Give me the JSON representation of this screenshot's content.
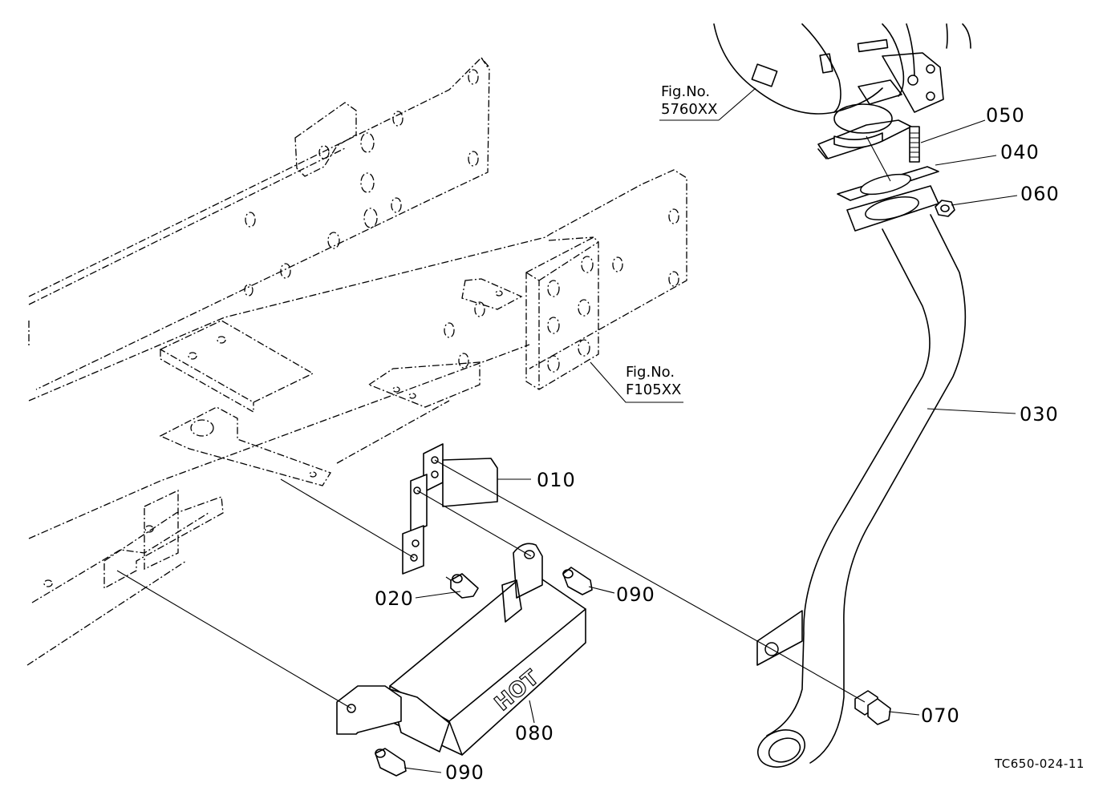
{
  "diagram": {
    "part_labels": [
      {
        "id": "p050",
        "text": "050"
      },
      {
        "id": "p040",
        "text": "040"
      },
      {
        "id": "p060",
        "text": "060"
      },
      {
        "id": "p030",
        "text": "030"
      },
      {
        "id": "p010",
        "text": "010"
      },
      {
        "id": "p020",
        "text": "020"
      },
      {
        "id": "p090a",
        "text": "090"
      },
      {
        "id": "p070",
        "text": "070"
      },
      {
        "id": "p080",
        "text": "080"
      },
      {
        "id": "p090b",
        "text": "090"
      }
    ],
    "figure_refs": [
      {
        "id": "muffler",
        "line1": "Fig.No.",
        "line2": "5760XX"
      },
      {
        "id": "frame",
        "line1": "Fig.No.",
        "line2": "F105XX"
      }
    ],
    "cover_marking": "HOT",
    "drawing_code": "TC650-024-11"
  }
}
